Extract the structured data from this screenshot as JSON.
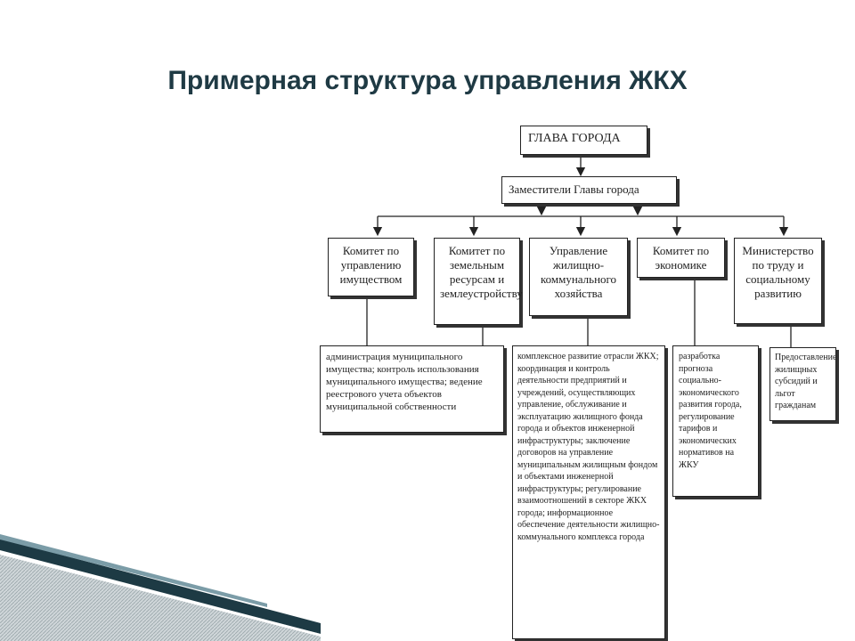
{
  "title": "Примерная структура управления ЖКХ",
  "nodes": {
    "head": "ГЛАВА ГОРОДА",
    "deputies": "Заместители Главы города",
    "committee_property": "Комитет по управлению имуществом",
    "committee_land": "Комитет по земельным ресурсам и землеустройству",
    "department_housing": "Управление жилищно-коммунального хозяйства",
    "committee_economy": "Комитет по экономике",
    "ministry_labor": "Министерство по труду и социальному развитию"
  },
  "functions": {
    "property": "администрация муниципального имущества; контроль использования муниципального имущества; ведение реестрового учета объектов муниципальной собственности",
    "housing": "комплексное развитие отрасли ЖКХ; координация и контроль деятельности предприятий и учреждений, осуществляющих управление, обслуживание и эксплуатацию жилищного фонда города и объектов инженерной инфраструктуры; заключение договоров на управление муниципальным жилищным фондом и объектами инженерной инфраструктуры; регулирование взаимоотношений в секторе ЖКХ города; информационное обеспечение деятельности жилищно-коммунального комплекса города",
    "economy": "разработка прогноза социально-экономического развития города, регулирование тарифов и экономических нормативов на ЖКУ",
    "labor": "Предоставление жилищных субсидий и льгот гражданам"
  }
}
